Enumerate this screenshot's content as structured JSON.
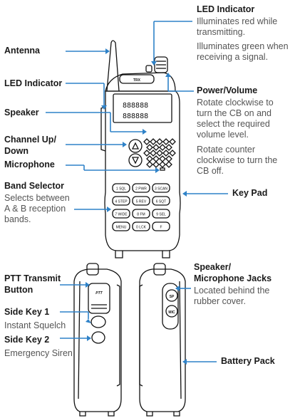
{
  "labels": {
    "antenna": "Antenna",
    "led_left": "LED Indicator",
    "speaker": "Speaker",
    "channel_1": "Channel Up/",
    "channel_2": "Down",
    "microphone": "Microphone",
    "band_title": "Band Selector",
    "band_d1": "Selects between",
    "band_d2": "A & B reception",
    "band_d3": "bands.",
    "led_right": "LED Indicator",
    "led_d1": "Illuminates red while",
    "led_d2": "transmitting.",
    "led_d3": "Illuminates green when",
    "led_d4": "receiving a signal.",
    "power_title": "Power/Volume",
    "power_d1": "Rotate clockwise to",
    "power_d2": "turn the CB on and",
    "power_d3": "select the required",
    "power_d4": "volume level.",
    "power_d5": "Rotate counter",
    "power_d6": "clockwise to turn the",
    "power_d7": "CB off.",
    "keypad": "Key Pad",
    "ptt_1": "PTT Transmit",
    "ptt_2": "Button",
    "side1": "Side Key 1",
    "side1_d": "Instant Squelch",
    "side2": "Side Key 2",
    "side2_d": "Emergency Siren",
    "jacks_1": "Speaker/",
    "jacks_2": "Microphone Jacks",
    "jacks_d1": "Located behind the",
    "jacks_d2": "rubber cover.",
    "battery": "Battery Pack"
  },
  "device": {
    "brand": "TRX",
    "lcd_line1": "888888",
    "lcd_line2": "888888",
    "keys": [
      {
        "num": "1",
        "label": "SQL"
      },
      {
        "num": "2",
        "label": "PWR"
      },
      {
        "num": "3",
        "label": "SCAN"
      },
      {
        "num": "4",
        "label": "STEP"
      },
      {
        "num": "5",
        "label": "REV"
      },
      {
        "num": "6",
        "label": "SQT"
      },
      {
        "num": "7",
        "label": "WIDE"
      },
      {
        "num": "8",
        "label": "FM"
      },
      {
        "num": "9",
        "label": "SEL"
      },
      {
        "num": "",
        "label": "MENU"
      },
      {
        "num": "0",
        "label": "LCK"
      },
      {
        "num": "",
        "label": "F"
      }
    ],
    "ptt_label": "PTT",
    "sp_label": "SP",
    "mic_label": "MIC"
  },
  "colors": {
    "arrow": "#2f82c8"
  }
}
